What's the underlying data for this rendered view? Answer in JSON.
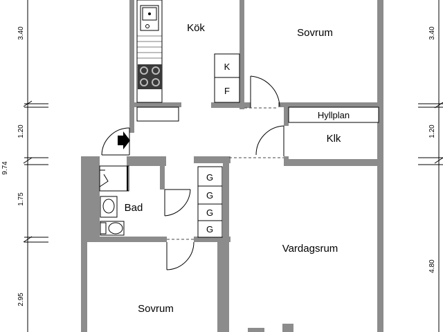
{
  "rooms": {
    "kok": "Kök",
    "sovrum_top": "Sovrum",
    "hyllplan": "Hyllplan",
    "klk": "Klk",
    "bad": "Bad",
    "vardagsrum": "Vardagsrum",
    "sovrum_bottom": "Sovrum"
  },
  "fixtures": {
    "fridge": "K",
    "freezer": "F",
    "closets": [
      "G",
      "G",
      "G",
      "G"
    ]
  },
  "dimensions": {
    "left": [
      "3.40",
      "1.20",
      "1.75",
      "2.95"
    ],
    "total": "9.74",
    "right": [
      "3.40",
      "1.20",
      "4.80"
    ]
  }
}
